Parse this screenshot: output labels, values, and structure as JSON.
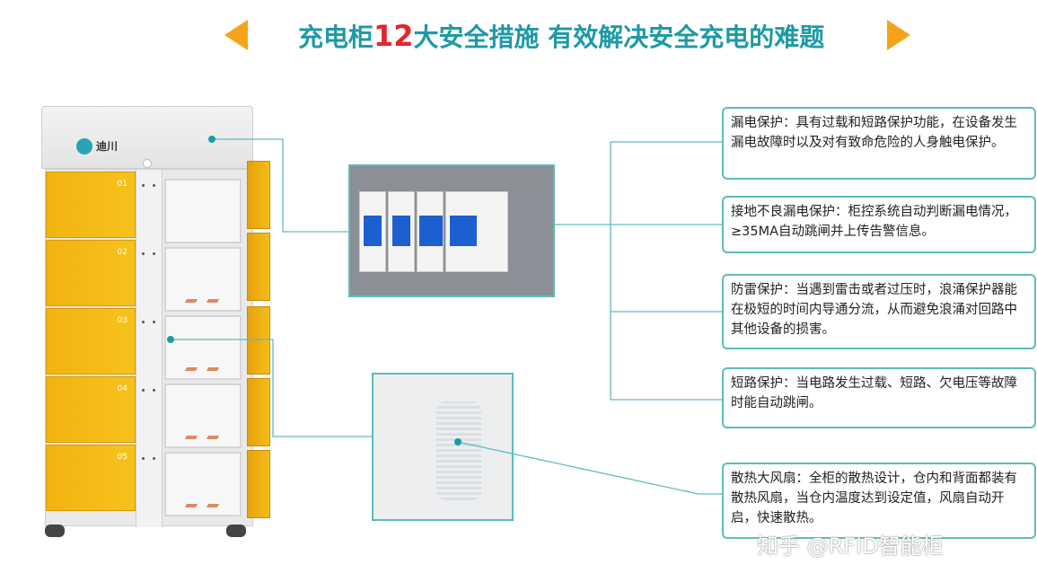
{
  "title": {
    "prefix": "充电柜",
    "number": "12",
    "suffix": "大安全措施 有效解决安全充电的难题"
  },
  "colors": {
    "accent": "#1d9aa4",
    "highlight": "#e5252a",
    "arrow": "#f5a31a",
    "door": "#f5b81a",
    "frame": "#5cbcc0"
  },
  "cabinet": {
    "logo": "迪川",
    "doors": [
      "01",
      "02",
      "03",
      "04",
      "05"
    ]
  },
  "measures": [
    {
      "text": "漏电保护：具有过载和短路保护功能，在设备发生漏电故障时以及对有致命危险的人身触电保护。"
    },
    {
      "text": "接地不良漏电保护：柜控系统自动判断漏电情况，≥35MA自动跳闸并上传告警信息。"
    },
    {
      "text": "防雷保护：当遇到雷击或者过压时，浪涌保护器能在极短的时间内导通分流，从而避免浪涌对回路中其他设备的损害。"
    },
    {
      "text": "短路保护：当电路发生过载、短路、欠电压等故障时能自动跳闸。"
    },
    {
      "text": "散热大风扇：全柜的散热设计，仓内和背面都装有散热风扇，当仓内温度达到设定值，风扇自动开启，快速散热。"
    }
  ],
  "watermark": "知乎 @RFID智能柜"
}
